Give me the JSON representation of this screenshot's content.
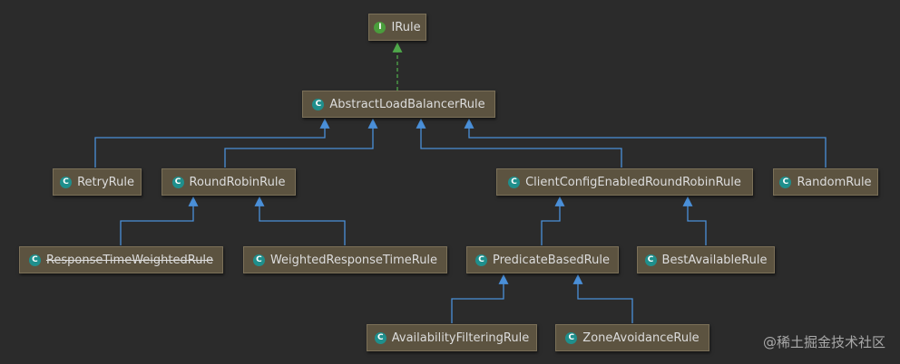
{
  "colors": {
    "background": "#2b2b2b",
    "node_fill": "#5c5340",
    "node_border": "#7b7058",
    "text": "#dcdcdc",
    "extends_edge": "#4a8fd8",
    "implements_edge": "#4fa84a",
    "class_icon": "#1f8f8c",
    "interface_icon": "#4a9d3c"
  },
  "nodes": {
    "irule": {
      "label": "IRule",
      "kind": "interface",
      "icon": "I"
    },
    "abstract_load_balancer_rule": {
      "label": "AbstractLoadBalancerRule",
      "kind": "abstract-class",
      "icon": "C"
    },
    "retry_rule": {
      "label": "RetryRule",
      "kind": "class",
      "icon": "C"
    },
    "round_robin_rule": {
      "label": "RoundRobinRule",
      "kind": "class",
      "icon": "C"
    },
    "client_config_enabled_round_robin_rule": {
      "label": "ClientConfigEnabledRoundRobinRule",
      "kind": "class",
      "icon": "C"
    },
    "random_rule": {
      "label": "RandomRule",
      "kind": "class",
      "icon": "C"
    },
    "response_time_weighted_rule": {
      "label": "ResponseTimeWeightedRule",
      "kind": "class",
      "icon": "C",
      "deprecated": true
    },
    "weighted_response_time_rule": {
      "label": "WeightedResponseTimeRule",
      "kind": "class",
      "icon": "C"
    },
    "predicate_based_rule": {
      "label": "PredicateBasedRule",
      "kind": "abstract-class",
      "icon": "C"
    },
    "best_available_rule": {
      "label": "BestAvailableRule",
      "kind": "class",
      "icon": "C"
    },
    "availability_filtering_rule": {
      "label": "AvailabilityFilteringRule",
      "kind": "class",
      "icon": "C"
    },
    "zone_avoidance_rule": {
      "label": "ZoneAvoidanceRule",
      "kind": "class",
      "icon": "C"
    }
  },
  "edges": [
    {
      "from": "abstract_load_balancer_rule",
      "to": "irule",
      "type": "implements"
    },
    {
      "from": "retry_rule",
      "to": "abstract_load_balancer_rule",
      "type": "extends"
    },
    {
      "from": "round_robin_rule",
      "to": "abstract_load_balancer_rule",
      "type": "extends"
    },
    {
      "from": "client_config_enabled_round_robin_rule",
      "to": "abstract_load_balancer_rule",
      "type": "extends"
    },
    {
      "from": "random_rule",
      "to": "abstract_load_balancer_rule",
      "type": "extends"
    },
    {
      "from": "response_time_weighted_rule",
      "to": "round_robin_rule",
      "type": "extends"
    },
    {
      "from": "weighted_response_time_rule",
      "to": "round_robin_rule",
      "type": "extends"
    },
    {
      "from": "predicate_based_rule",
      "to": "client_config_enabled_round_robin_rule",
      "type": "extends"
    },
    {
      "from": "best_available_rule",
      "to": "client_config_enabled_round_robin_rule",
      "type": "extends"
    },
    {
      "from": "availability_filtering_rule",
      "to": "predicate_based_rule",
      "type": "extends"
    },
    {
      "from": "zone_avoidance_rule",
      "to": "predicate_based_rule",
      "type": "extends"
    }
  ],
  "watermark": "@稀土掘金技术社区"
}
